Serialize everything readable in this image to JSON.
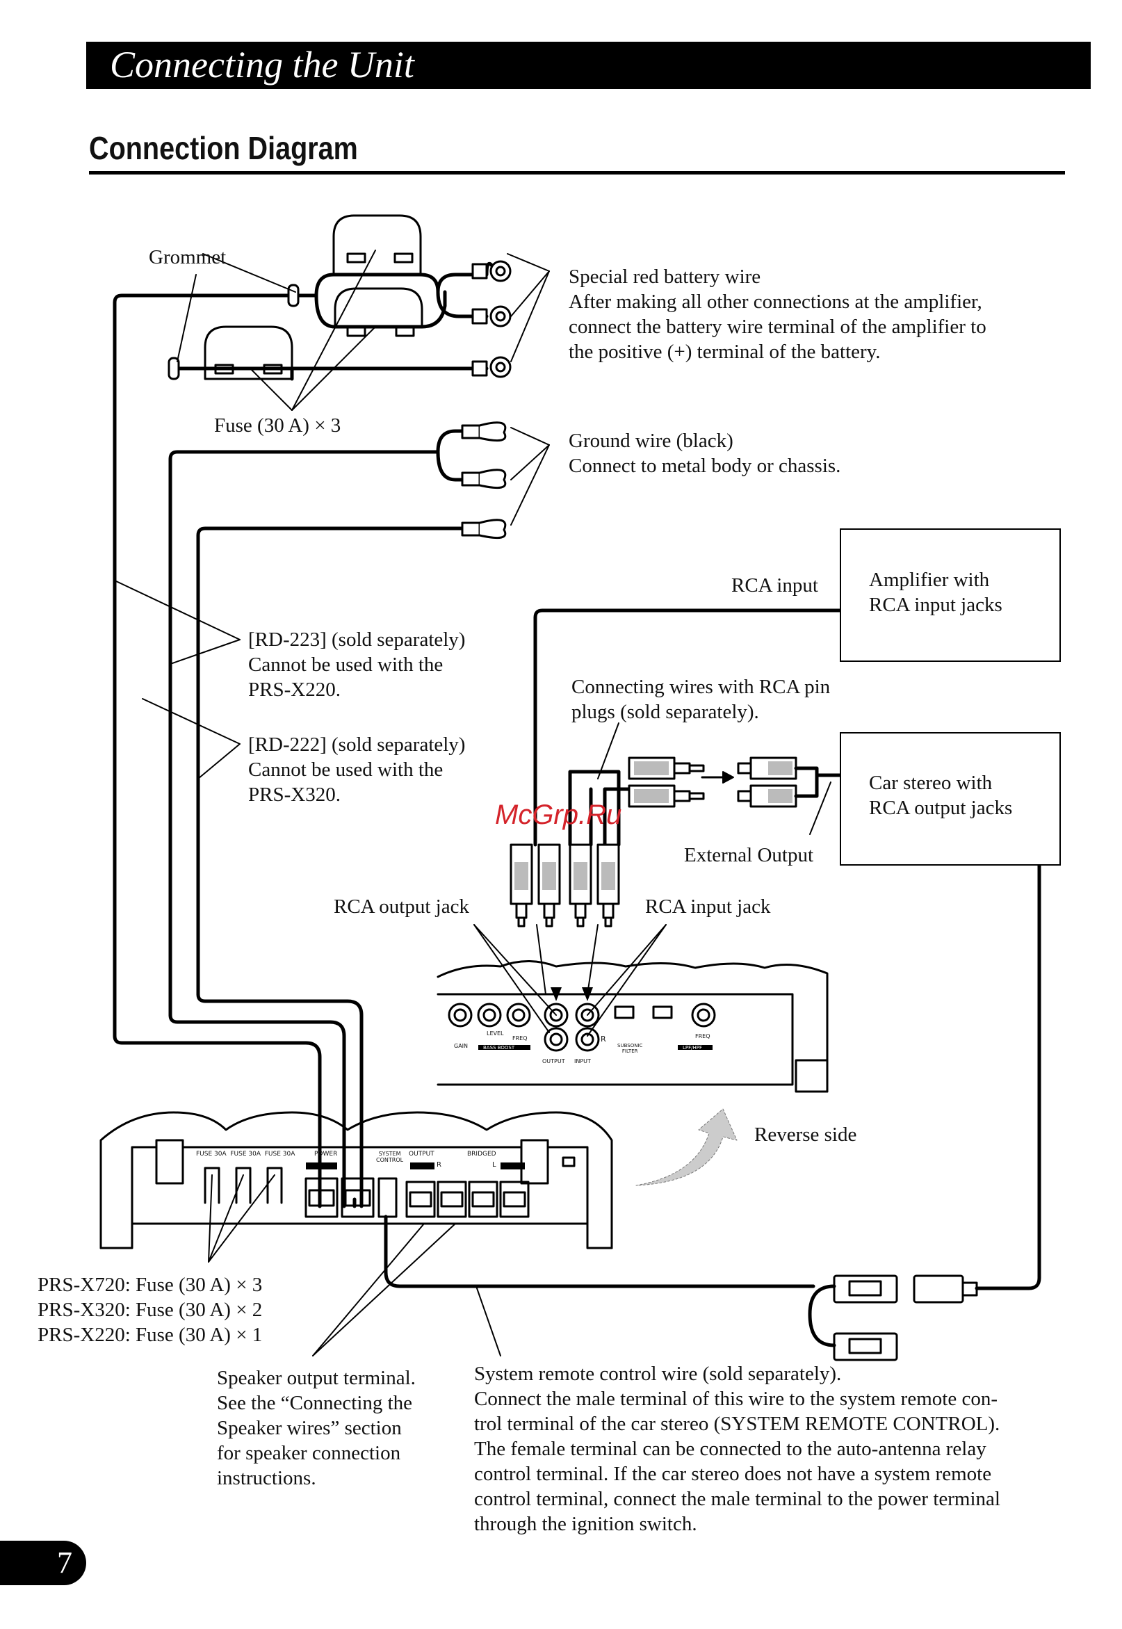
{
  "header": {
    "title": "Connecting the Unit",
    "section_title": "Connection Diagram"
  },
  "labels": {
    "grommet": "Grommet",
    "fuse_x3": "Fuse (30 A) × 3",
    "battery_wire": [
      "Special red battery wire",
      "After making all other connections at the amplifier,",
      "connect the battery wire terminal of the amplifier to",
      "the positive (+) terminal of the battery."
    ],
    "ground_wire": [
      "Ground wire (black)",
      "Connect to metal body or chassis."
    ],
    "rca_input": "RCA input",
    "amp_box": [
      "Amplifier with",
      "RCA input jacks"
    ],
    "rd223": [
      "[RD-223] (sold separately)",
      "Cannot be used with the",
      "PRS-X220."
    ],
    "rd222": [
      "[RD-222] (sold separately)",
      "Cannot be used with the",
      "PRS-X320."
    ],
    "connecting_wires": [
      "Connecting wires with RCA pin",
      "plugs (sold separately)."
    ],
    "car_stereo_box": [
      "Car stereo with",
      "RCA output jacks"
    ],
    "external_output": "External Output",
    "rca_output_jack": "RCA output jack",
    "rca_input_jack": "RCA input jack",
    "reverse_side": "Reverse side",
    "fuse_models": [
      "PRS-X720: Fuse (30 A) × 3",
      "PRS-X320: Fuse (30 A) × 2",
      "PRS-X220: Fuse (30 A) × 1"
    ],
    "speaker_terminal": [
      "Speaker output terminal.",
      "See the “Connecting the",
      "Speaker wires” section",
      "for speaker connection",
      "instructions."
    ],
    "remote_wire": [
      "System remote control wire (sold separately).",
      "Connect the male terminal of this wire to the system remote con-",
      "trol terminal of the car stereo (SYSTEM REMOTE CONTROL).",
      "The female terminal can be connected to the auto-antenna relay",
      "control terminal. If the car stereo does not have a system remote",
      "control terminal, connect the male terminal to the power terminal",
      "through the ignition switch."
    ]
  },
  "panel_labels": {
    "fuse": [
      "FUSE 30A",
      "FUSE 30A",
      "FUSE 30A"
    ],
    "power": "POWER",
    "system_control": [
      "SYSTEM",
      "CONTROL"
    ],
    "output": "OUTPUT",
    "bridged": "BRIDGED",
    "front_output": "OUTPUT",
    "front_input": "INPUT",
    "gain": "GAIN",
    "bass_boost": "BASS BOOST",
    "subsonic": [
      "SUBSONIC",
      "FILTER"
    ],
    "lpf_hpf": "LPF/HPF",
    "freq": "FREQ",
    "level": "LEVEL",
    "r": "R",
    "l": "L"
  },
  "watermark": "McGrp.Ru",
  "page_number": "7"
}
